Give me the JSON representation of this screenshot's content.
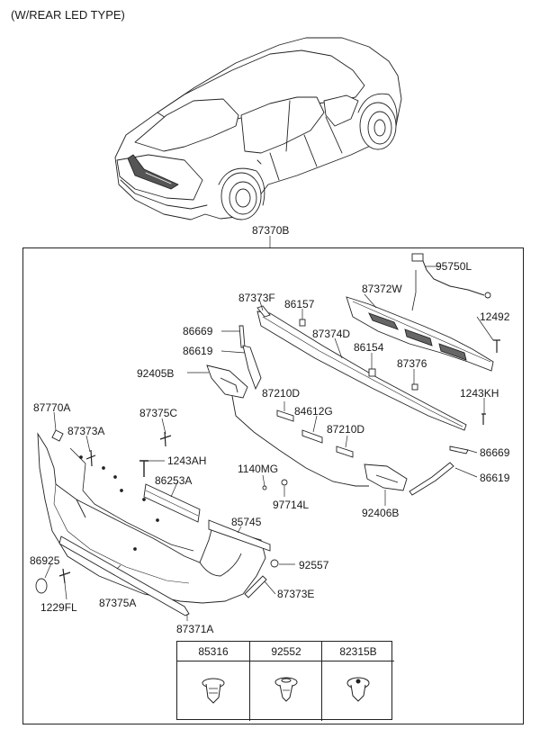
{
  "header": {
    "title": "(W/REAR LED TYPE)"
  },
  "assembly_label": "87370B",
  "parts": {
    "p95750L": "95750L",
    "p87372W": "87372W",
    "p12492": "12492",
    "p87373F": "87373F",
    "p86157": "86157",
    "p86669_top": "86669",
    "p87374D": "87374D",
    "p86619_top": "86619",
    "p86154": "86154",
    "p87376": "87376",
    "p92405B": "92405B",
    "p1243KH": "1243KH",
    "p87210D_a": "87210D",
    "p84612G": "84612G",
    "p87210D_b": "87210D",
    "p87770A": "87770A",
    "p87375C": "87375C",
    "p87373A": "87373A",
    "p86669_right": "86669",
    "p1243AH": "1243AH",
    "p1140MG": "1140MG",
    "p86619_right": "86619",
    "p86253A": "86253A",
    "p97714L": "97714L",
    "p92406B": "92406B",
    "p85745": "85745",
    "p86925": "86925",
    "p92557": "92557",
    "p87373E": "87373E",
    "p1229FL": "1229FL",
    "p87375A": "87375A",
    "p87371A": "87371A"
  },
  "legend": {
    "cols": [
      "85316",
      "92552",
      "82315B"
    ]
  }
}
